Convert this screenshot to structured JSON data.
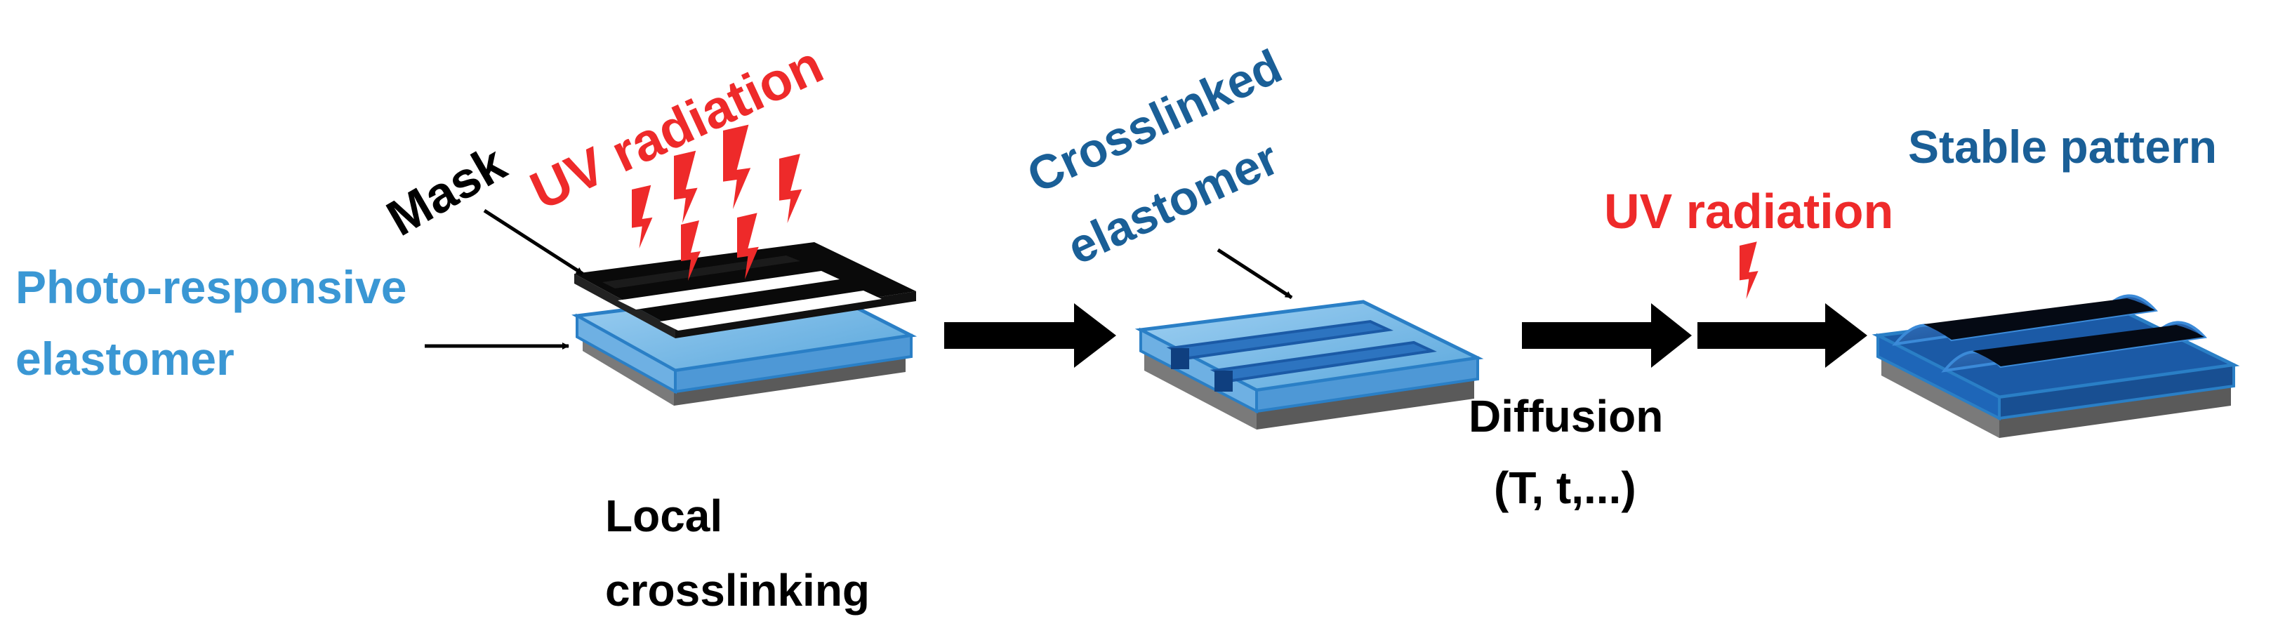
{
  "colors": {
    "red": "#ee2a2a",
    "light_blue": "#3a97d4",
    "dark_blue": "#1a5f97",
    "black": "#000000",
    "film_light": "#8fc3ea",
    "film_light_edge": "#2a7fc6",
    "film_dark": "#1b5aa6",
    "substrate_top": "#bfbfbf",
    "substrate_side": "#595959",
    "mask": "#0a0a0a"
  },
  "labels": {
    "photo_responsive_line1": "Photo-responsive",
    "photo_responsive_line2": "elastomer",
    "mask": "Mask",
    "uv_radiation_1": "UV radiation",
    "local_crosslinking_line1": "Local",
    "local_crosslinking_line2": "crosslinking",
    "crosslinked_line1": "Crosslinked",
    "crosslinked_line2": "elastomer",
    "uv_radiation_2": "UV radiation",
    "diffusion_line1": "Diffusion",
    "diffusion_line2": "(T, t,...)",
    "stable_pattern": "Stable pattern"
  },
  "icons": {
    "lightning": "lightning-bolt-icon",
    "process_arrow": "right-arrow-icon",
    "pointer_arrow": "pointer-arrow-icon"
  }
}
